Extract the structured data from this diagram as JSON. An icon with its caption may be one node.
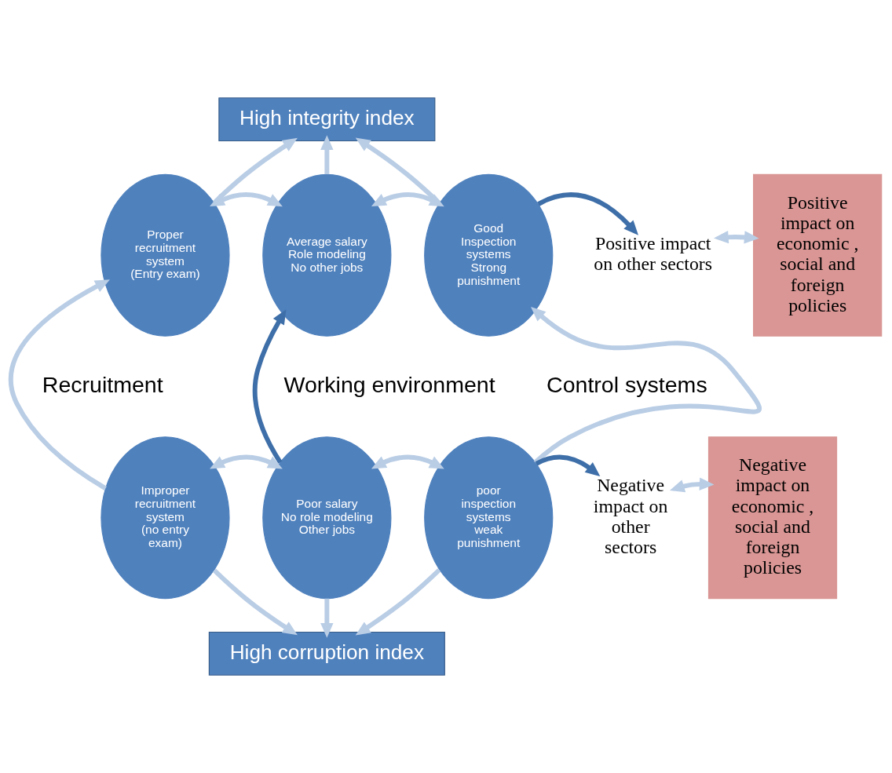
{
  "diagram": {
    "nodes": [
      {
        "text": [
          "High integrity index"
        ]
      },
      {
        "text": [
          "Proper recruitment system",
          "(Entry exam)"
        ]
      },
      {
        "text": [
          "Average salary",
          "Role modeling",
          "No other jobs"
        ]
      },
      {
        "text": [
          "Good Inspection systems",
          "Strong punishment"
        ]
      },
      {
        "text": [
          "Positive impact on other sectors"
        ]
      },
      {
        "text": [
          "Positive impact on economic , social and foreign policies"
        ]
      },
      {
        "text": [
          "Improper recruitment system",
          "(no entry exam)"
        ]
      },
      {
        "text": [
          "Poor salary",
          "No role modeling",
          "Other jobs"
        ]
      },
      {
        "text": [
          "poor inspection systems",
          "weak punishment"
        ]
      },
      {
        "text": [
          "Negative impact on other sectors"
        ]
      },
      {
        "text": [
          "Negative impact on economic , social and foreign policies"
        ]
      },
      {
        "text": [
          "High corruption index"
        ]
      }
    ],
    "edges": [
      {
        "from": 1,
        "to": 0,
        "arrow": "to"
      },
      {
        "from": 2,
        "to": 0,
        "arrow": "to"
      },
      {
        "from": 3,
        "to": 0,
        "arrow": "to"
      },
      {
        "from": 1,
        "to": 2,
        "arrow": "both"
      },
      {
        "from": 2,
        "to": 3,
        "arrow": "both"
      },
      {
        "from": 3,
        "to": 4,
        "arrow": "to",
        "color": "#3f6fa8"
      },
      {
        "from": 4,
        "to": 5,
        "arrow": "both"
      },
      {
        "from": 6,
        "to": 1,
        "arrow": "to"
      },
      {
        "from": 7,
        "to": 2,
        "arrow": "to",
        "color": "#3f6fa8"
      },
      {
        "from": 8,
        "to": 3,
        "arrow": "to"
      },
      {
        "from": 6,
        "to": 7,
        "arrow": "both"
      },
      {
        "from": 7,
        "to": 8,
        "arrow": "both"
      },
      {
        "from": 8,
        "to": 9,
        "arrow": "to",
        "color": "#3f6fa8"
      },
      {
        "from": 9,
        "to": 10,
        "arrow": "both"
      },
      {
        "from": 6,
        "to": 11,
        "arrow": "to"
      },
      {
        "from": 7,
        "to": 11,
        "arrow": "to"
      },
      {
        "from": 8,
        "to": 11,
        "arrow": "to"
      }
    ],
    "labels": [
      "Recruitment",
      "Working environment",
      "Control systems"
    ]
  }
}
